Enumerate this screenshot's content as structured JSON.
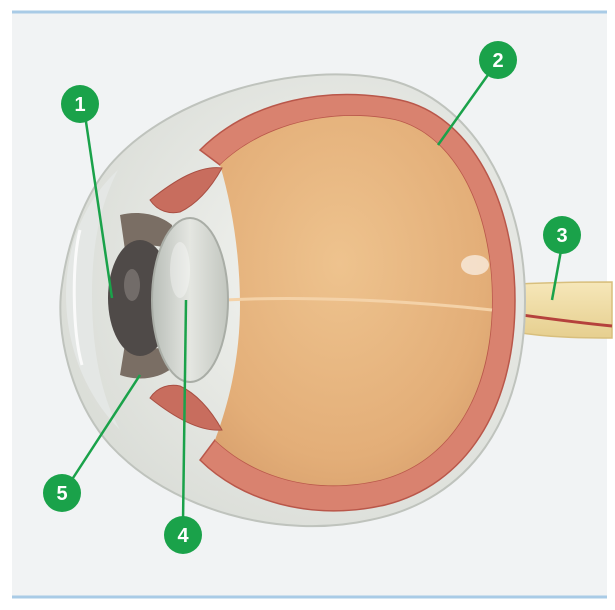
{
  "labels": [
    {
      "id": "1",
      "text": "1",
      "part": "pupil-opening"
    },
    {
      "id": "2",
      "text": "2",
      "part": "retina-choroid-wall"
    },
    {
      "id": "3",
      "text": "3",
      "part": "optic-nerve"
    },
    {
      "id": "4",
      "text": "4",
      "part": "lens"
    },
    {
      "id": "5",
      "text": "5",
      "part": "anterior-chamber"
    }
  ],
  "colors": {
    "page_bg": "#ffffff",
    "card_bg": "#f1f3f4",
    "card_border": "#a9cbe6",
    "label_fill": "#1aa24a",
    "label_text": "#ffffff",
    "leader_line": "#1aa24a",
    "sclera": "#e9ebe6",
    "choroid": "#d9826f",
    "vitreous": "#e7b47f",
    "lens": "#cfd3cc",
    "optic_nerve": "#f0dca2"
  }
}
